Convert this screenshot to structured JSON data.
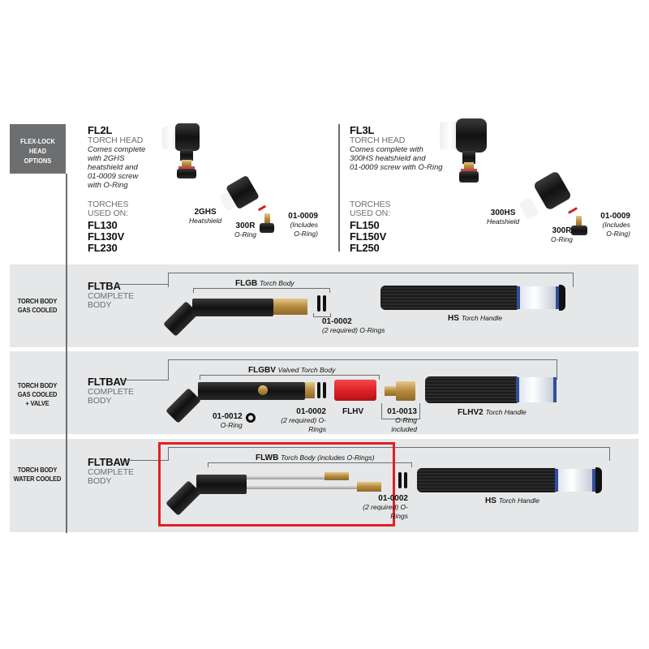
{
  "header": {
    "label_lines": [
      "FLEX-LOCK",
      "HEAD",
      "OPTIONS"
    ]
  },
  "head_options": {
    "fl2l": {
      "part_number": "FL2L",
      "type": "TORCH HEAD",
      "description_lines": [
        "Comes complete",
        "with 2GHS",
        "heatshield and",
        "01-0009 screw",
        "with O-Ring"
      ],
      "torches_label_lines": [
        "TORCHES",
        "USED ON:"
      ],
      "torches": [
        "FL130",
        "FL130V",
        "FL230"
      ],
      "parts": {
        "heatshield": {
          "number": "2GHS",
          "desc": "Heatshield"
        },
        "oring": {
          "number": "300R",
          "desc": "O-Ring"
        },
        "screw": {
          "number": "01-0009",
          "desc_lines": [
            "(Includes",
            "O-Ring)"
          ]
        }
      }
    },
    "fl3l": {
      "part_number": "FL3L",
      "type": "TORCH HEAD",
      "description_lines": [
        "Comes complete with",
        "300HS heatshield and",
        "01-0009 screw with O-Ring"
      ],
      "torches_label_lines": [
        "TORCHES",
        "USED ON:"
      ],
      "torches": [
        "FL150",
        "FL150V",
        "FL250"
      ],
      "parts": {
        "heatshield": {
          "number": "300HS",
          "desc": "Heatshield"
        },
        "oring": {
          "number": "300R",
          "desc": "O-Ring"
        },
        "screw": {
          "number": "01-0009",
          "desc_lines": [
            "(Includes",
            "O-Ring)"
          ]
        }
      }
    }
  },
  "sections": {
    "gas_cooled": {
      "label_lines": [
        "TORCH BODY",
        "GAS COOLED"
      ],
      "assembly": {
        "number": "FLTBA",
        "desc_lines": [
          "COMPLETE",
          "BODY"
        ]
      },
      "body": {
        "number": "FLGB",
        "desc": "Torch Body"
      },
      "orings": {
        "number": "01-0002",
        "desc": "(2 required) O-Rings"
      },
      "handle": {
        "number": "HS",
        "desc": "Torch Handle"
      }
    },
    "gas_cooled_valve": {
      "label_lines": [
        "TORCH BODY",
        "GAS COOLED",
        "+ VALVE"
      ],
      "assembly": {
        "number": "FLTBAV",
        "desc_lines": [
          "COMPLETE",
          "BODY"
        ]
      },
      "body": {
        "number": "FLGBV",
        "desc": "Valved Torch Body"
      },
      "valve_oring": {
        "number": "01-0012",
        "desc": "O-Ring"
      },
      "orings": {
        "number": "01-0002",
        "desc": "(2 required) O-Rings"
      },
      "valve": {
        "number": "FLHV"
      },
      "adapter": {
        "number": "01-0013",
        "desc": "O-Ring included"
      },
      "handle": {
        "number": "FLHV2",
        "desc": "Torch Handle"
      }
    },
    "water_cooled": {
      "label_lines": [
        "TORCH BODY",
        "WATER COOLED"
      ],
      "assembly": {
        "number": "FLTBAW",
        "desc_lines": [
          "COMPLETE",
          "BODY"
        ]
      },
      "body": {
        "number": "FLWB",
        "desc": "Torch Body (includes O-Rings)"
      },
      "orings": {
        "number": "01-0002",
        "desc": "(2 required) O-Rings"
      },
      "handle": {
        "number": "HS",
        "desc": "Torch Handle"
      },
      "highlighted": true
    }
  },
  "colors": {
    "band": "#e6e7e8",
    "header_box": "#6d6e70",
    "highlight": "#e31e24",
    "valve_red": "#e02228",
    "handle_blue": "#2f4f9a",
    "brass": "#b48a3c"
  }
}
